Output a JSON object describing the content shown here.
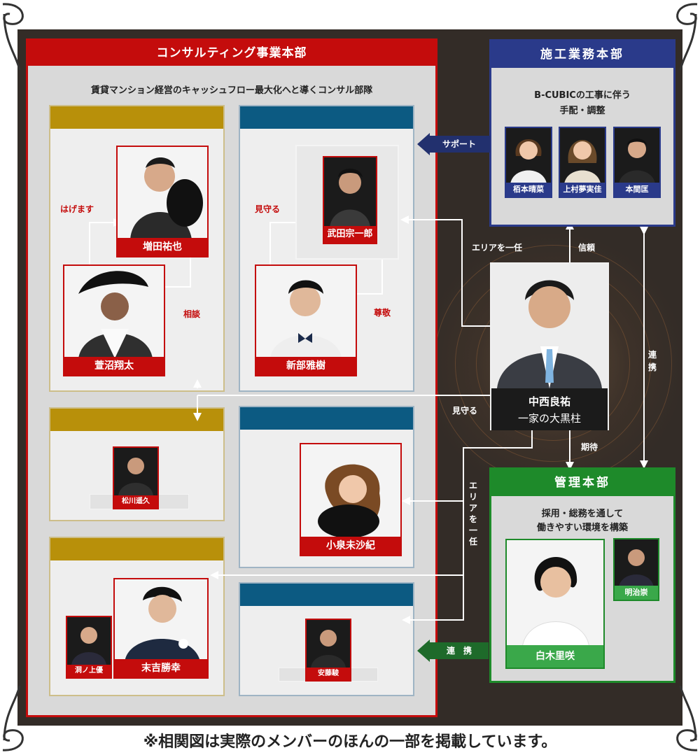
{
  "consulting": {
    "title": "コンサルティング事業本部",
    "subtitle": "賃貸マンション経営のキャッシュフロー最大化へと導くコンサル部隊",
    "members": {
      "masuda": "増田祐也",
      "kayanuma": "萱沼翔太",
      "takeda": "武田宗一郎",
      "shinbe": "新部雅樹",
      "matsukawa": "松川遥久",
      "koizumi": "小泉未沙紀",
      "horinoue": "洞ノ上優",
      "sueyoshi": "末吉勝幸",
      "ando": "安藤駿"
    },
    "labels": {
      "hagemasu": "はげます",
      "soudan": "相談",
      "mimamoru": "見守る",
      "sonkei": "尊敬"
    }
  },
  "construction": {
    "title": "施工業務本部",
    "subtitle_line1": "B-CUBICの工事に伴う",
    "subtitle_line2": "手配・調整",
    "members": [
      "栢本晴菜",
      "上村夢実佳",
      "本間匡"
    ]
  },
  "management": {
    "title": "管理本部",
    "subtitle_line1": "採用・総務を通して",
    "subtitle_line2": "働きやすい環境を構築",
    "members": {
      "shiraki": "白木里咲",
      "meiji": "明治崇"
    }
  },
  "leader": {
    "name": "中西良祐",
    "title": "一家の大黒柱"
  },
  "relations": {
    "support": "サポート",
    "area_entrust": "エリアを一任",
    "trust": "信頼",
    "mimamoru": "見守る",
    "expect": "期待",
    "cooperate": "連携",
    "cooperate_spaced": "連　携",
    "area_vertical": "エリアを一任"
  },
  "footer": "※相関図は実際のメンバーのほんの一部を掲載しています。",
  "colors": {
    "consulting": "#c40c0c",
    "construction": "#2a3a8a",
    "management": "#1e8a2a",
    "gold": "#b8900a",
    "teal": "#0c5a82",
    "frame": "#332c27"
  }
}
